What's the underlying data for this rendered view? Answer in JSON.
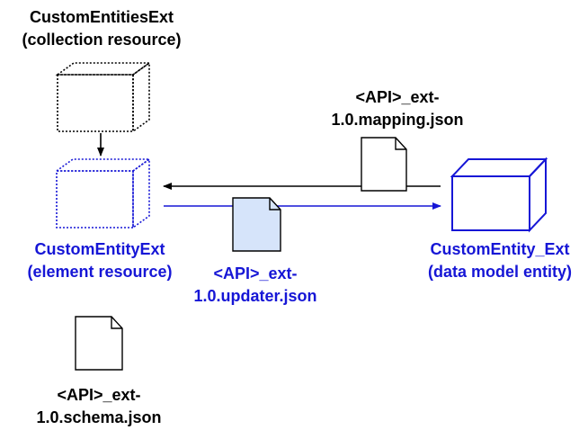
{
  "colors": {
    "black": "#000000",
    "blue": "#1616d6",
    "doc_fill_blue": "#d6e4fa",
    "white": "#ffffff"
  },
  "collection": {
    "line1": "CustomEntitiesExt",
    "line2": "(collection resource)"
  },
  "element": {
    "line1": "CustomEntityExt",
    "line2": "(element resource)"
  },
  "entity": {
    "line1": "CustomEntity_Ext",
    "line2": "(data model entity)"
  },
  "mapping_doc": {
    "line1": "<API>_ext-",
    "line2": "1.0.mapping.json",
    "icon": "document-icon"
  },
  "updater_doc": {
    "line1": "<API>_ext-",
    "line2": "1.0.updater.json",
    "icon": "document-icon"
  },
  "schema_doc": {
    "line1": "<API>_ext-",
    "line2": "1.0.schema.json",
    "icon": "document-icon"
  }
}
